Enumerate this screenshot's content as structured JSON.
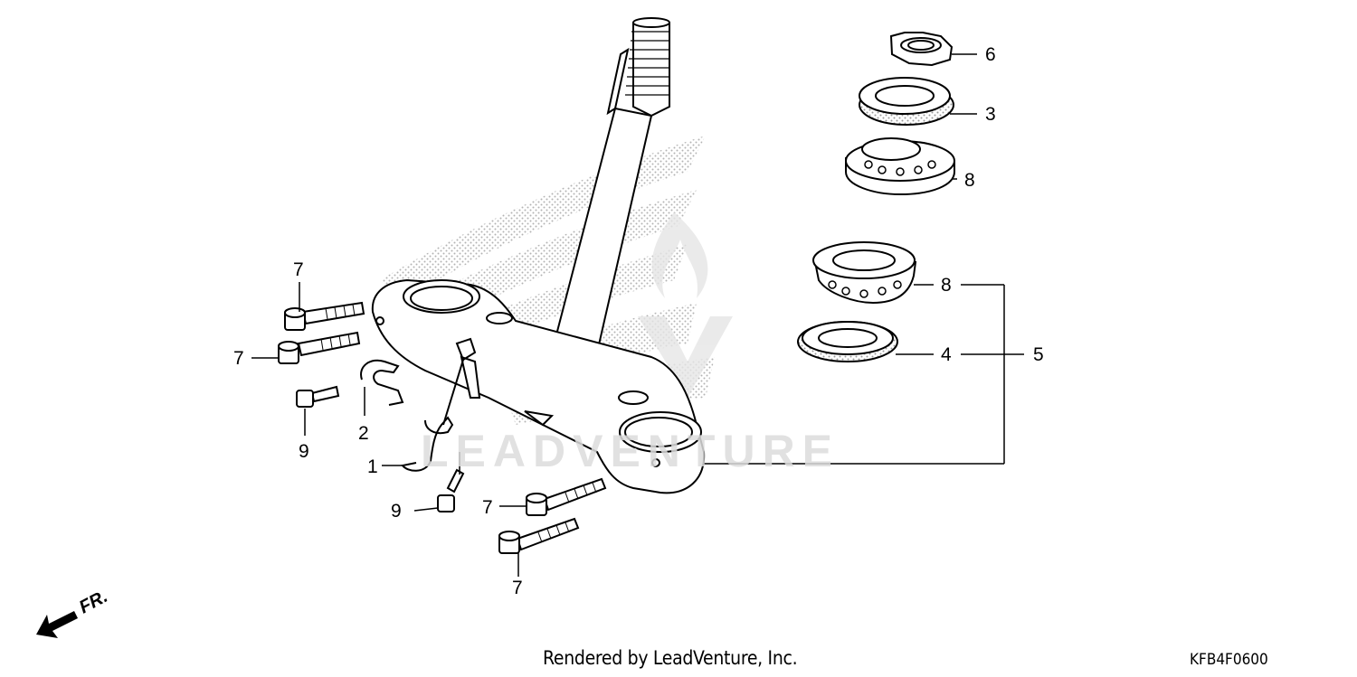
{
  "diagram": {
    "callouts": {
      "c1": "1",
      "c2": "2",
      "c3": "3",
      "c4": "4",
      "c5": "5",
      "c6": "6",
      "c7": "7",
      "c8": "8",
      "c9": "9"
    },
    "direction_label": "FR.",
    "watermark": "LEADVENTURE"
  },
  "footer": {
    "credit": "Rendered by LeadVenture, Inc.",
    "diagram_code": "KFB4F0600"
  }
}
